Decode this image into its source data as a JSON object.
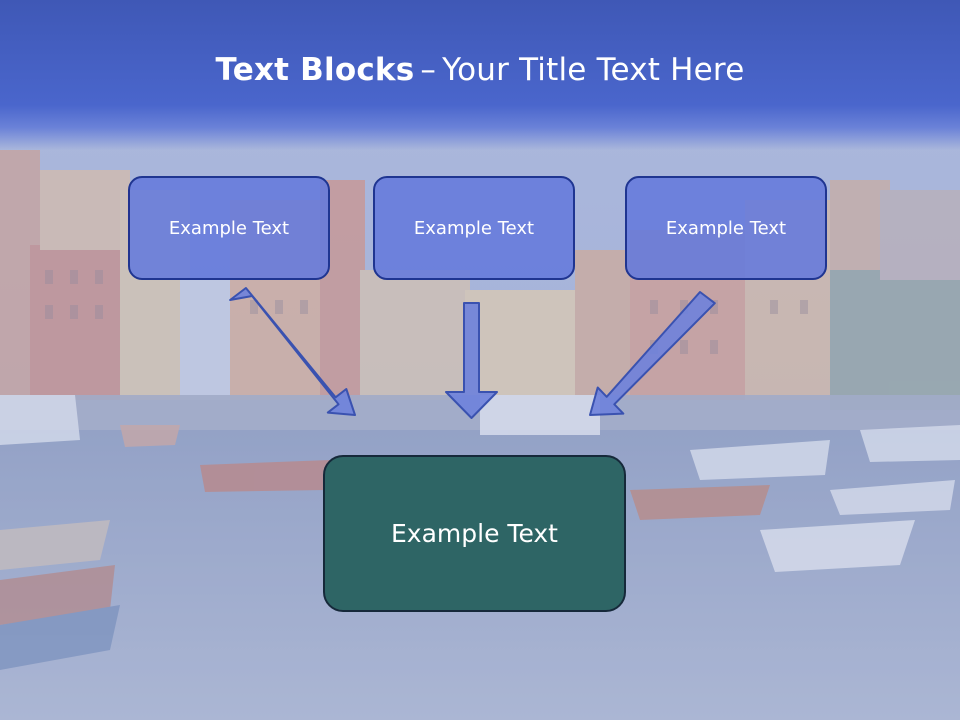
{
  "title": {
    "bold": "Text Blocks",
    "dash": "–",
    "rest": "Your Title Text Here"
  },
  "blocks": [
    {
      "label": "Example Text"
    },
    {
      "label": "Example Text"
    },
    {
      "label": "Example Text"
    }
  ],
  "target": {
    "label": "Example Text"
  },
  "colors": {
    "title_band": "#4a66cc",
    "block_fill": "#647ADC",
    "block_border": "#1f3591",
    "target_fill": "#2e6565",
    "arrow_fill": "#6e82dc",
    "arrow_stroke": "#3a52b0"
  }
}
